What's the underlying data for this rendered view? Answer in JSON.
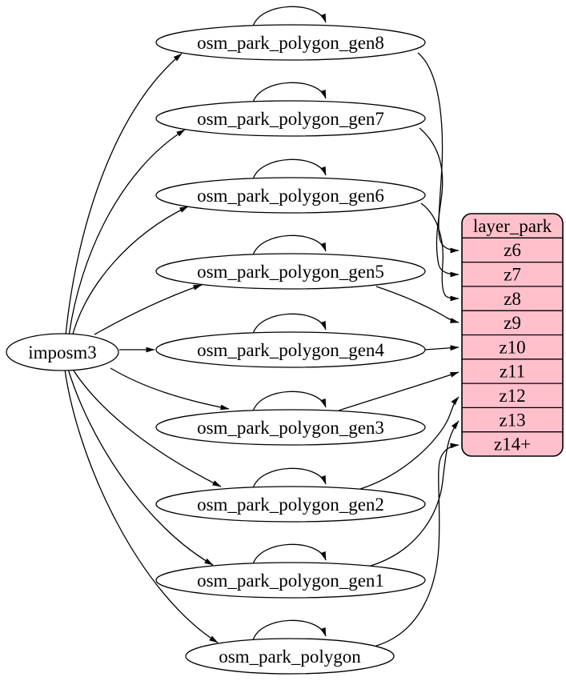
{
  "diagram": {
    "type": "graphviz-dependency-graph",
    "source_node": {
      "label": "imposm3"
    },
    "table_nodes": [
      {
        "label": "osm_park_polygon_gen8",
        "target_row": "z6"
      },
      {
        "label": "osm_park_polygon_gen7",
        "target_row": "z7"
      },
      {
        "label": "osm_park_polygon_gen6",
        "target_row": "z8"
      },
      {
        "label": "osm_park_polygon_gen5",
        "target_row": "z9"
      },
      {
        "label": "osm_park_polygon_gen4",
        "target_row": "z10"
      },
      {
        "label": "osm_park_polygon_gen3",
        "target_row": "z11"
      },
      {
        "label": "osm_park_polygon_gen2",
        "target_row": "z12"
      },
      {
        "label": "osm_park_polygon_gen1",
        "target_row": "z13"
      },
      {
        "label": "osm_park_polygon",
        "target_row": "z14+"
      }
    ],
    "layer_node": {
      "title": "layer_park",
      "rows": [
        "z6",
        "z7",
        "z8",
        "z9",
        "z10",
        "z11",
        "z12",
        "z13",
        "z14+"
      ]
    },
    "edges": [
      {
        "from": "imposm3",
        "to": "osm_park_polygon_gen8"
      },
      {
        "from": "imposm3",
        "to": "osm_park_polygon_gen7"
      },
      {
        "from": "imposm3",
        "to": "osm_park_polygon_gen6"
      },
      {
        "from": "imposm3",
        "to": "osm_park_polygon_gen5"
      },
      {
        "from": "imposm3",
        "to": "osm_park_polygon_gen4"
      },
      {
        "from": "imposm3",
        "to": "osm_park_polygon_gen3"
      },
      {
        "from": "imposm3",
        "to": "osm_park_polygon_gen2"
      },
      {
        "from": "imposm3",
        "to": "osm_park_polygon_gen1"
      },
      {
        "from": "imposm3",
        "to": "osm_park_polygon"
      },
      {
        "from": "osm_park_polygon_gen8",
        "to": "osm_park_polygon_gen8"
      },
      {
        "from": "osm_park_polygon_gen7",
        "to": "osm_park_polygon_gen7"
      },
      {
        "from": "osm_park_polygon_gen6",
        "to": "osm_park_polygon_gen6"
      },
      {
        "from": "osm_park_polygon_gen5",
        "to": "osm_park_polygon_gen5"
      },
      {
        "from": "osm_park_polygon_gen4",
        "to": "osm_park_polygon_gen4"
      },
      {
        "from": "osm_park_polygon_gen3",
        "to": "osm_park_polygon_gen3"
      },
      {
        "from": "osm_park_polygon_gen2",
        "to": "osm_park_polygon_gen2"
      },
      {
        "from": "osm_park_polygon_gen1",
        "to": "osm_park_polygon_gen1"
      },
      {
        "from": "osm_park_polygon",
        "to": "osm_park_polygon"
      },
      {
        "from": "osm_park_polygon_gen8",
        "to": "layer_park.z6"
      },
      {
        "from": "osm_park_polygon_gen7",
        "to": "layer_park.z7"
      },
      {
        "from": "osm_park_polygon_gen6",
        "to": "layer_park.z8"
      },
      {
        "from": "osm_park_polygon_gen5",
        "to": "layer_park.z9"
      },
      {
        "from": "osm_park_polygon_gen4",
        "to": "layer_park.z10"
      },
      {
        "from": "osm_park_polygon_gen3",
        "to": "layer_park.z11"
      },
      {
        "from": "osm_park_polygon_gen2",
        "to": "layer_park.z12"
      },
      {
        "from": "osm_park_polygon_gen1",
        "to": "layer_park.z13"
      },
      {
        "from": "osm_park_polygon",
        "to": "layer_park.z14+"
      }
    ],
    "colors": {
      "layer_fill": "#ffc0cb",
      "node_fill": "#ffffff",
      "edge": "#000000"
    }
  }
}
